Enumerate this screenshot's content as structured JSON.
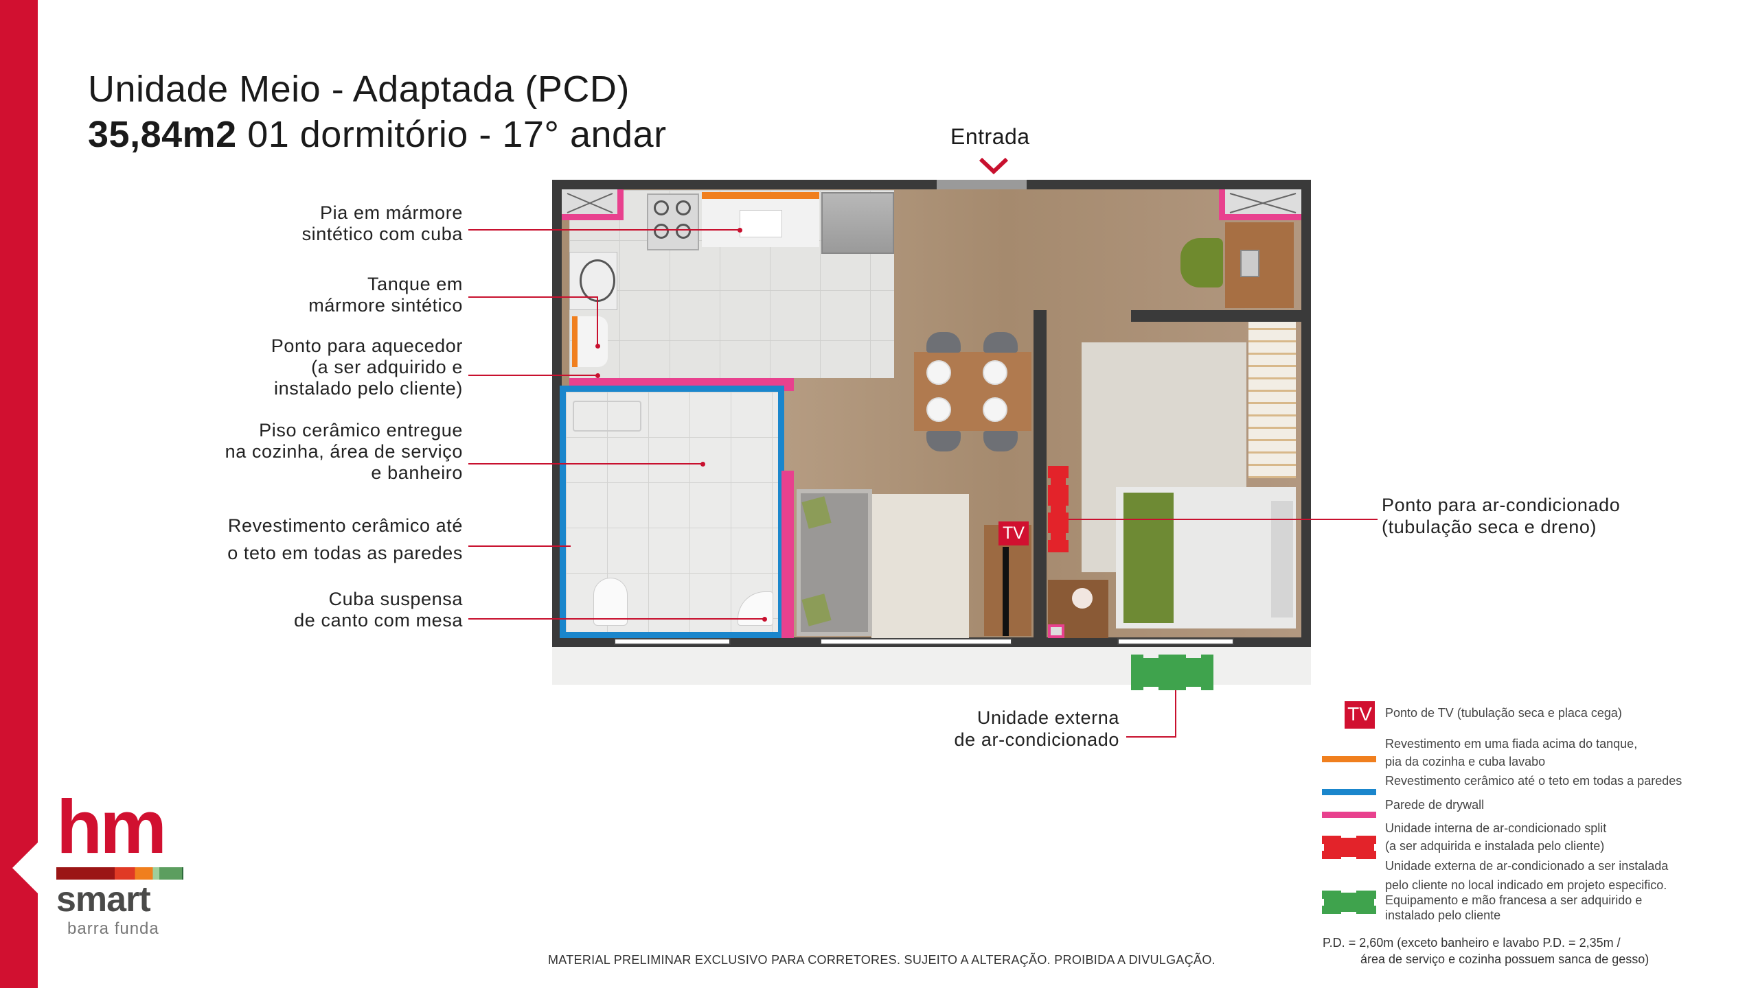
{
  "header": {
    "title": "Unidade Meio - Adaptada (PCD)",
    "area": "35,84m2",
    "subtitle": "01 dormitório - 17° andar"
  },
  "plan": {
    "entrance_label": "Entrada",
    "tv_badge": "TV"
  },
  "callouts": [
    {
      "lines": [
        "Pia em mármore",
        "sintético com cuba"
      ]
    },
    {
      "lines": [
        "Tanque em",
        "mármore sintético"
      ]
    },
    {
      "lines": [
        "Ponto para aquecedor",
        "(a ser adquirido e",
        "instalado pelo cliente)"
      ]
    },
    {
      "lines": [
        "Piso cerâmico entregue",
        "na cozinha, área de serviço",
        "e banheiro"
      ]
    },
    {
      "lines": [
        "Revestimento cerâmico até",
        "o teto em todas as paredes"
      ]
    },
    {
      "lines": [
        "Cuba suspensa",
        "de canto com mesa"
      ]
    },
    {
      "lines": [
        "Ponto para ar-condicionado",
        "(tubulação seca e dreno)"
      ]
    },
    {
      "lines": [
        "Unidade externa",
        "de ar-condicionado"
      ]
    }
  ],
  "legend": {
    "tv_icon": "TV",
    "items": [
      {
        "lines": [
          "Ponto de TV (tubulação seca e placa cega)"
        ],
        "color": "#d11030"
      },
      {
        "lines": [
          "Revestimento em uma fiada acima do tanque,",
          "pia da cozinha e cuba lavabo"
        ],
        "color": "#f07f1e"
      },
      {
        "lines": [
          "Revestimento cerâmico até o teto em todas a paredes"
        ],
        "color": "#1a86cc"
      },
      {
        "lines": [
          "Parede de drywall"
        ],
        "color": "#e8418e"
      },
      {
        "lines": [
          "Unidade interna de ar-condicionado split",
          "(a ser adquirida e instalada pelo cliente)"
        ],
        "color": "#e3232a"
      },
      {
        "lines": [
          "Unidade externa de ar-condicionado a ser instalada",
          "pelo cliente no local indicado em projeto especifico.",
          "Equipamento e mão francesa a ser adquirido e",
          "instalado pelo cliente"
        ],
        "color": "#3fa34d"
      }
    ],
    "note": [
      "P.D. = 2,60m (exceto banheiro e lavabo P.D. = 2,35m /",
      "área de serviço e cozinha possuem sanca de gesso)"
    ]
  },
  "logo": {
    "brand": "hm",
    "name": "smart",
    "location": "barra funda"
  },
  "footer": "MATERIAL PRELIMINAR EXCLUSIVO PARA CORRETORES. SUJEITO A ALTERAÇÃO. PROIBIDA A DIVULGAÇÃO.",
  "colors": {
    "brand_red": "#d11030",
    "wall": "#3a3a3a",
    "wood": "#a88d72",
    "tile": "#e4e4e2"
  }
}
